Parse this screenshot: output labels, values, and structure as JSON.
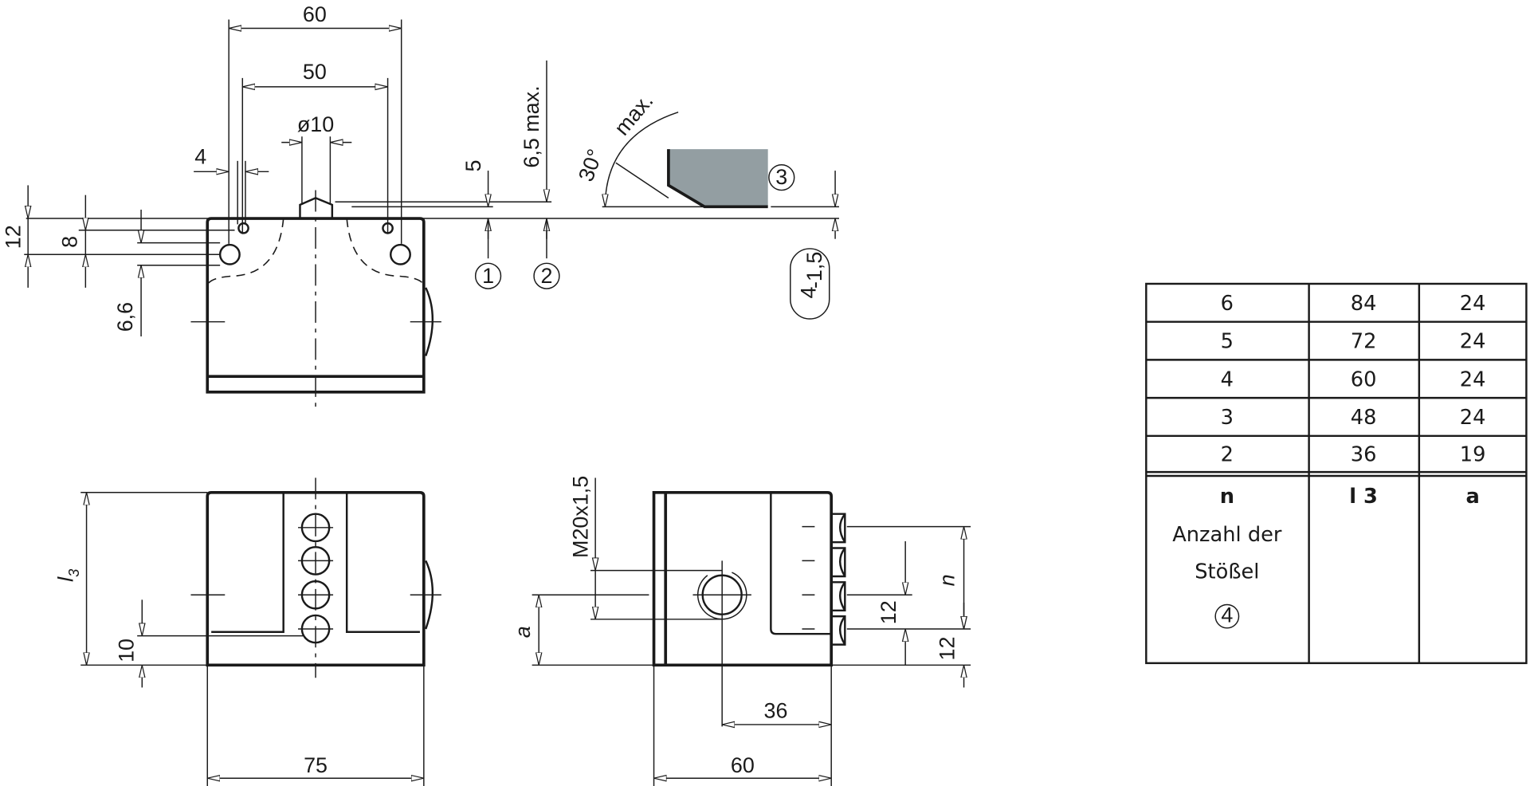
{
  "dimensions": {
    "top_60": "60",
    "top_50": "50",
    "dia_10": "ø10",
    "width_4": "4",
    "h_5": "5",
    "h_6_5": "6,5 max.",
    "angle": "30°",
    "angle_max": "max.",
    "v_12": "12",
    "v_8": "8",
    "v_6_6": "6,6",
    "tol_main": "4",
    "tol_sub": "-1,5",
    "l3": "l",
    "l3_sub": "3",
    "v_10": "10",
    "w_75": "75",
    "thread": "M20x1,5",
    "a": "a",
    "pitch_12": "12",
    "n": "n",
    "base_12": "12",
    "w_36": "36",
    "w_60": "60"
  },
  "callouts": [
    "1",
    "2",
    "3",
    "4"
  ],
  "colors": {
    "shaded": "#939ea2"
  },
  "table": {
    "rows": [
      [
        "6",
        "84",
        "24"
      ],
      [
        "5",
        "72",
        "24"
      ],
      [
        "4",
        "60",
        "24"
      ],
      [
        "3",
        "48",
        "24"
      ],
      [
        "2",
        "36",
        "19"
      ]
    ],
    "header": {
      "n": "n",
      "l3": "l 3",
      "a": "a",
      "n_desc_1": "Anzahl der",
      "n_desc_2": "Stößel",
      "callout": "4"
    }
  }
}
